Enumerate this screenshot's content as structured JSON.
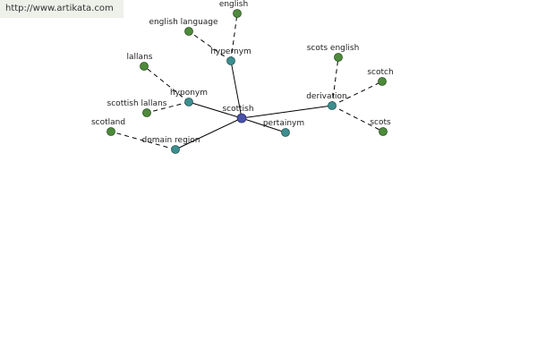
{
  "watermark": {
    "url_text": "http://www.artikata.com"
  },
  "colors": {
    "center_node": "#4a52a8",
    "relation_node": "#3d8f8f",
    "leaf_node": "#4e8a3c"
  },
  "graph": {
    "center": {
      "id": "scottish",
      "label": "scottish"
    },
    "relations": [
      {
        "id": "hypernym",
        "label": "hypernym"
      },
      {
        "id": "hyponym",
        "label": "hyponym"
      },
      {
        "id": "domain-region",
        "label": "domain region"
      },
      {
        "id": "pertainym",
        "label": "pertainym"
      },
      {
        "id": "derivation",
        "label": "derivation"
      }
    ],
    "leaves": [
      {
        "id": "english",
        "label": "english",
        "relation": "hypernym"
      },
      {
        "id": "english-language",
        "label": "english language",
        "relation": "hypernym"
      },
      {
        "id": "lallans",
        "label": "lallans",
        "relation": "hyponym"
      },
      {
        "id": "scottish-lallans",
        "label": "scottish lallans",
        "relation": "hyponym"
      },
      {
        "id": "scotland",
        "label": "scotland",
        "relation": "domain-region"
      },
      {
        "id": "scots-english",
        "label": "scots english",
        "relation": "derivation"
      },
      {
        "id": "scotch",
        "label": "scotch",
        "relation": "derivation"
      },
      {
        "id": "scots",
        "label": "scots",
        "relation": "derivation"
      }
    ]
  }
}
